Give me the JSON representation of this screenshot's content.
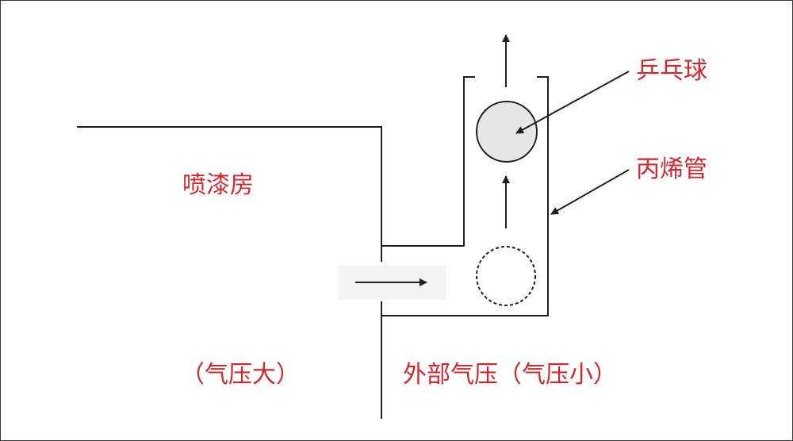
{
  "labels": {
    "spray_room": "喷漆房",
    "pressure_high": "（气压大）",
    "outside_pressure": "外部气压（气压小）",
    "ping_pong_ball": "乒乓球",
    "acrylic_tube": "丙烯管"
  },
  "colors": {
    "label_red": "#d6262b",
    "line": "#231f20",
    "ball_fill": "#e6e6e6"
  }
}
